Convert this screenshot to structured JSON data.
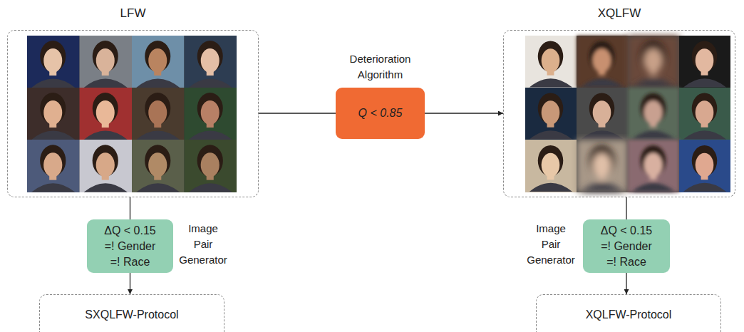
{
  "diagram": {
    "nodes": [
      {
        "text": [
          "LFW"
        ]
      },
      {
        "text": [
          "Deterioration Algorithm",
          "Q < 0.85"
        ]
      },
      {
        "text": [
          "XQLFW"
        ]
      },
      {
        "text": [
          "ΔQ < 0.15",
          "=! Gender",
          "=! Race",
          "Image Pair Generator"
        ]
      },
      {
        "text": [
          "ΔQ < 0.15",
          "=! Gender",
          "=! Race",
          "Image Pair Generator"
        ]
      },
      {
        "text": [
          "SXQLFW-Protocol"
        ]
      },
      {
        "text": [
          "XQLFW-Protocol"
        ]
      }
    ],
    "edges": [
      {
        "from": 0,
        "to": 1,
        "arrow": "none"
      },
      {
        "from": 1,
        "to": 2,
        "arrow": "to"
      },
      {
        "from": 0,
        "to": 3,
        "arrow": "none"
      },
      {
        "from": 3,
        "to": 5,
        "arrow": "to"
      },
      {
        "from": 2,
        "to": 4,
        "arrow": "none"
      },
      {
        "from": 4,
        "to": 6,
        "arrow": "to"
      }
    ]
  }
}
